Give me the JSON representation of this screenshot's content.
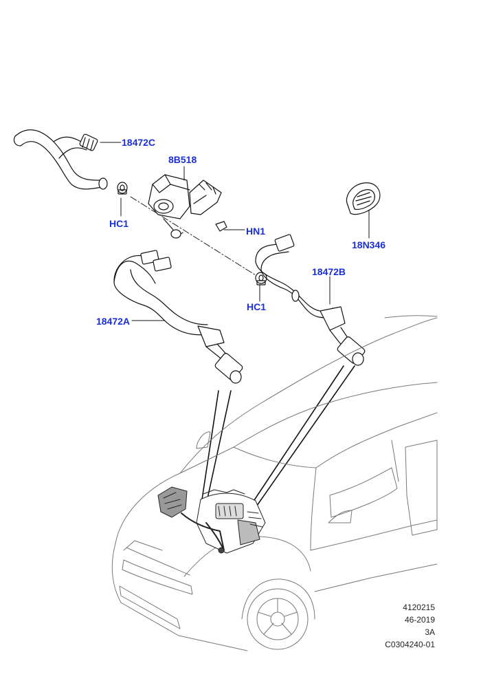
{
  "callouts": {
    "c18472C": "18472C",
    "c8B518": "8B518",
    "cHC1_top": "HC1",
    "cHN1": "HN1",
    "c18N346": "18N346",
    "c18472B": "18472B",
    "cHC1_bottom": "HC1",
    "c18472A": "18472A"
  },
  "reference": {
    "line1": "4120215",
    "line2": "46-2019",
    "line3": "3A",
    "line4": "C0304240-01"
  },
  "colors": {
    "callout": "#1a2fd6",
    "line": "#111111"
  }
}
